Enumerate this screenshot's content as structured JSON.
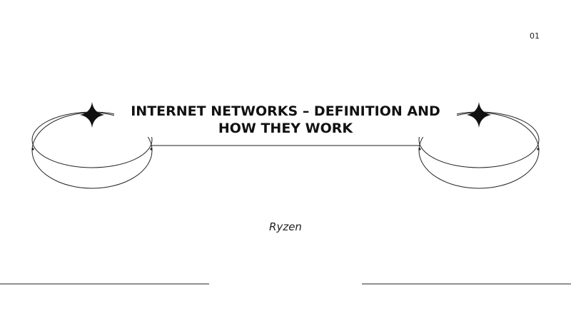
{
  "slide": {
    "page_number": "01",
    "title": "INTERNET NETWORKS – DEFINITION AND HOW THEY WORK",
    "author": "Ryzen"
  },
  "icons": [
    "ring-icon",
    "sparkle-icon"
  ],
  "colors": {
    "background": "#ffffff",
    "ink": "#111111"
  }
}
